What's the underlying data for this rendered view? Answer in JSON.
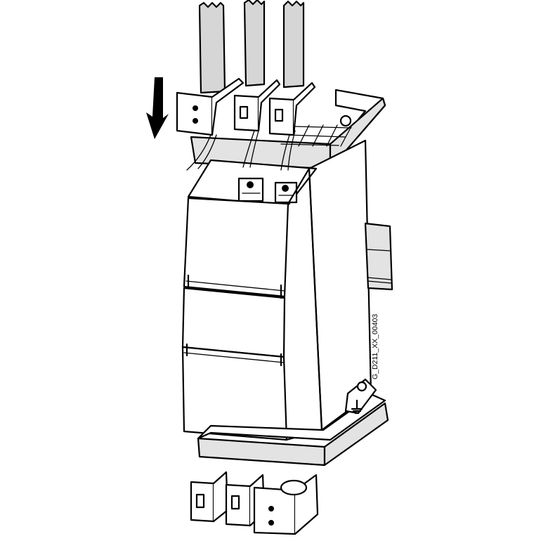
{
  "figure": {
    "type": "installation-diagram",
    "document_id": "G_D211_XX_00403",
    "components": [
      {
        "id": "cable-1",
        "label": "power cable with shield clamp"
      },
      {
        "id": "cable-2",
        "label": "power cable with terminal"
      },
      {
        "id": "cable-3",
        "label": "power cable with terminal"
      },
      {
        "id": "top-shield-plate",
        "label": "top shield connection plate"
      },
      {
        "id": "power-module",
        "label": "power module housing"
      },
      {
        "id": "din-rail",
        "label": "mounting rail"
      },
      {
        "id": "bottom-shield-plate",
        "label": "bottom shield connection plate"
      },
      {
        "id": "ground-terminal",
        "label": "protective earth symbol"
      },
      {
        "id": "bottom-terminals",
        "label": "bottom terminal clamps (3)"
      }
    ],
    "direction_arrow": "down",
    "colors": {
      "line": "#000000",
      "fill": "#ffffff",
      "shade": "#e3e3e3",
      "cable": "#d6d6d6"
    }
  }
}
